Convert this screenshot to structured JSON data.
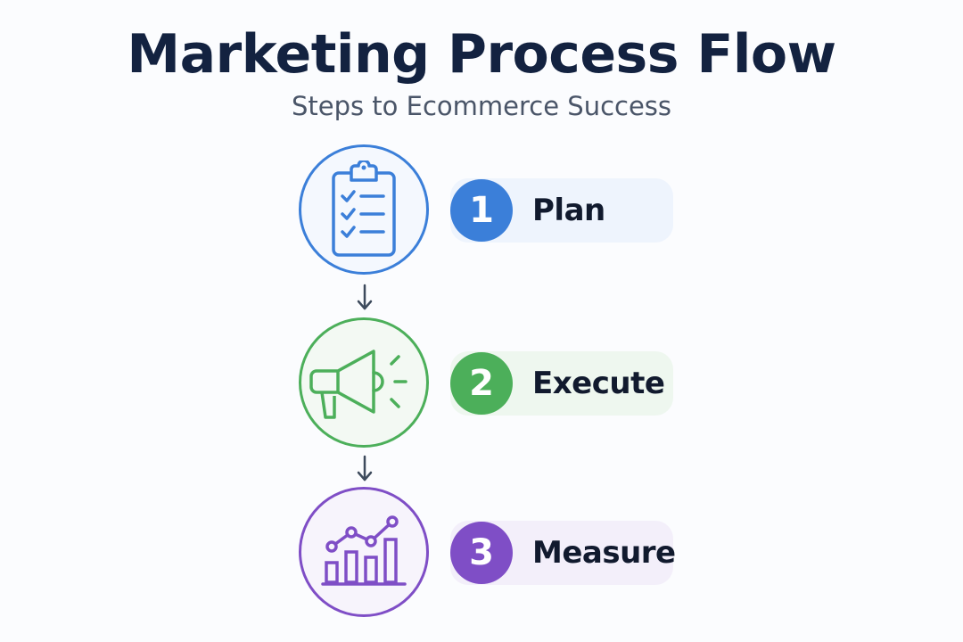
{
  "title": "Marketing Process Flow",
  "subtitle": "Steps to Ecommerce Success",
  "steps": [
    {
      "number": "1",
      "label": "Plan",
      "icon": "clipboard-checklist-icon",
      "color": "#3b7fd9",
      "pill_bg": "#eef4fd",
      "circle_bg": "#f4f8fe"
    },
    {
      "number": "2",
      "label": "Execute",
      "icon": "megaphone-icon",
      "color": "#4caf5a",
      "pill_bg": "#eef7ef",
      "circle_bg": "#f3f9f3"
    },
    {
      "number": "3",
      "label": "Measure",
      "icon": "bar-chart-trend-icon",
      "color": "#7f4ec6",
      "pill_bg": "#f3effa",
      "circle_bg": "#f7f4fc"
    }
  ],
  "arrow_color": "#3d4a5c"
}
